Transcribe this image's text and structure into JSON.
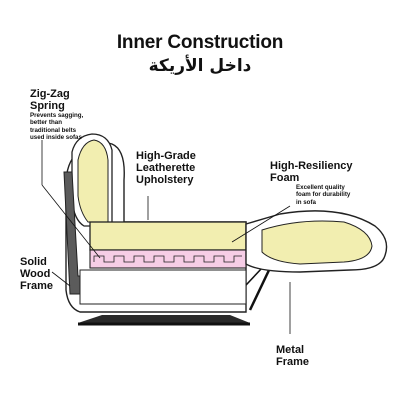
{
  "title": "Inner Construction",
  "subtitle": "داخل الأريكة",
  "labels": {
    "zigzag": {
      "title": [
        "Zig-Zag",
        "Spring"
      ],
      "desc": [
        "Prevents sagging,",
        "better than",
        "traditional belts",
        "used inside sofas"
      ]
    },
    "leatherette": {
      "title": [
        "High-Grade",
        "Leatherette",
        "Upholstery"
      ]
    },
    "foam": {
      "title": [
        "High-Resiliency",
        "Foam"
      ],
      "desc": [
        "Excellent quality",
        "foam for durability",
        "in sofa"
      ]
    },
    "wood": {
      "title": [
        "Solid",
        "Wood",
        "Frame"
      ]
    },
    "metal": {
      "title": [
        "Metal",
        "Frame"
      ]
    }
  },
  "colors": {
    "foam": "#f2eeb0",
    "spring": "#f6cde6",
    "frame": "#5b5b5b",
    "outline": "#222222"
  }
}
